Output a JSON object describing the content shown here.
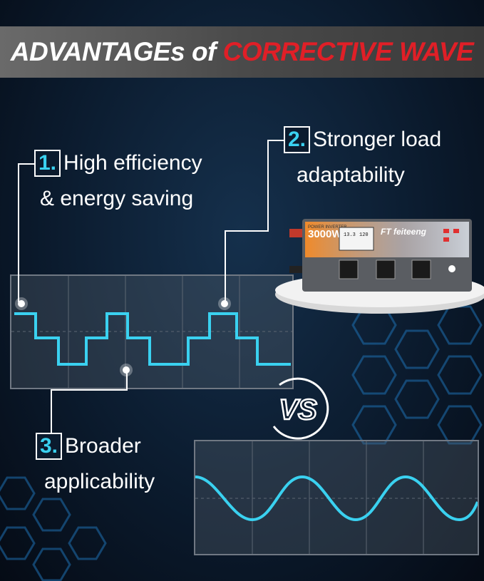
{
  "banner": {
    "title_white": "ADVANTAGEs of ",
    "title_red": "CORRECTIVE WAVE"
  },
  "callouts": [
    {
      "number": "1.",
      "line1": "High efficiency",
      "line2": "& energy saving"
    },
    {
      "number": "2.",
      "line1": "Stronger load",
      "line2": "adaptability"
    },
    {
      "number": "3.",
      "line1": "Broader",
      "line2": "applicability"
    }
  ],
  "vs_label": "VS",
  "inverter": {
    "power": "3000W",
    "header": "POWER INVERTER",
    "brand": "FT feiteeng",
    "display_left": "13.3",
    "display_right": "120"
  },
  "colors": {
    "accent_cyan": "#3ad1f0",
    "accent_red": "#e01f27",
    "banner_gray": "#5a5a5a"
  }
}
